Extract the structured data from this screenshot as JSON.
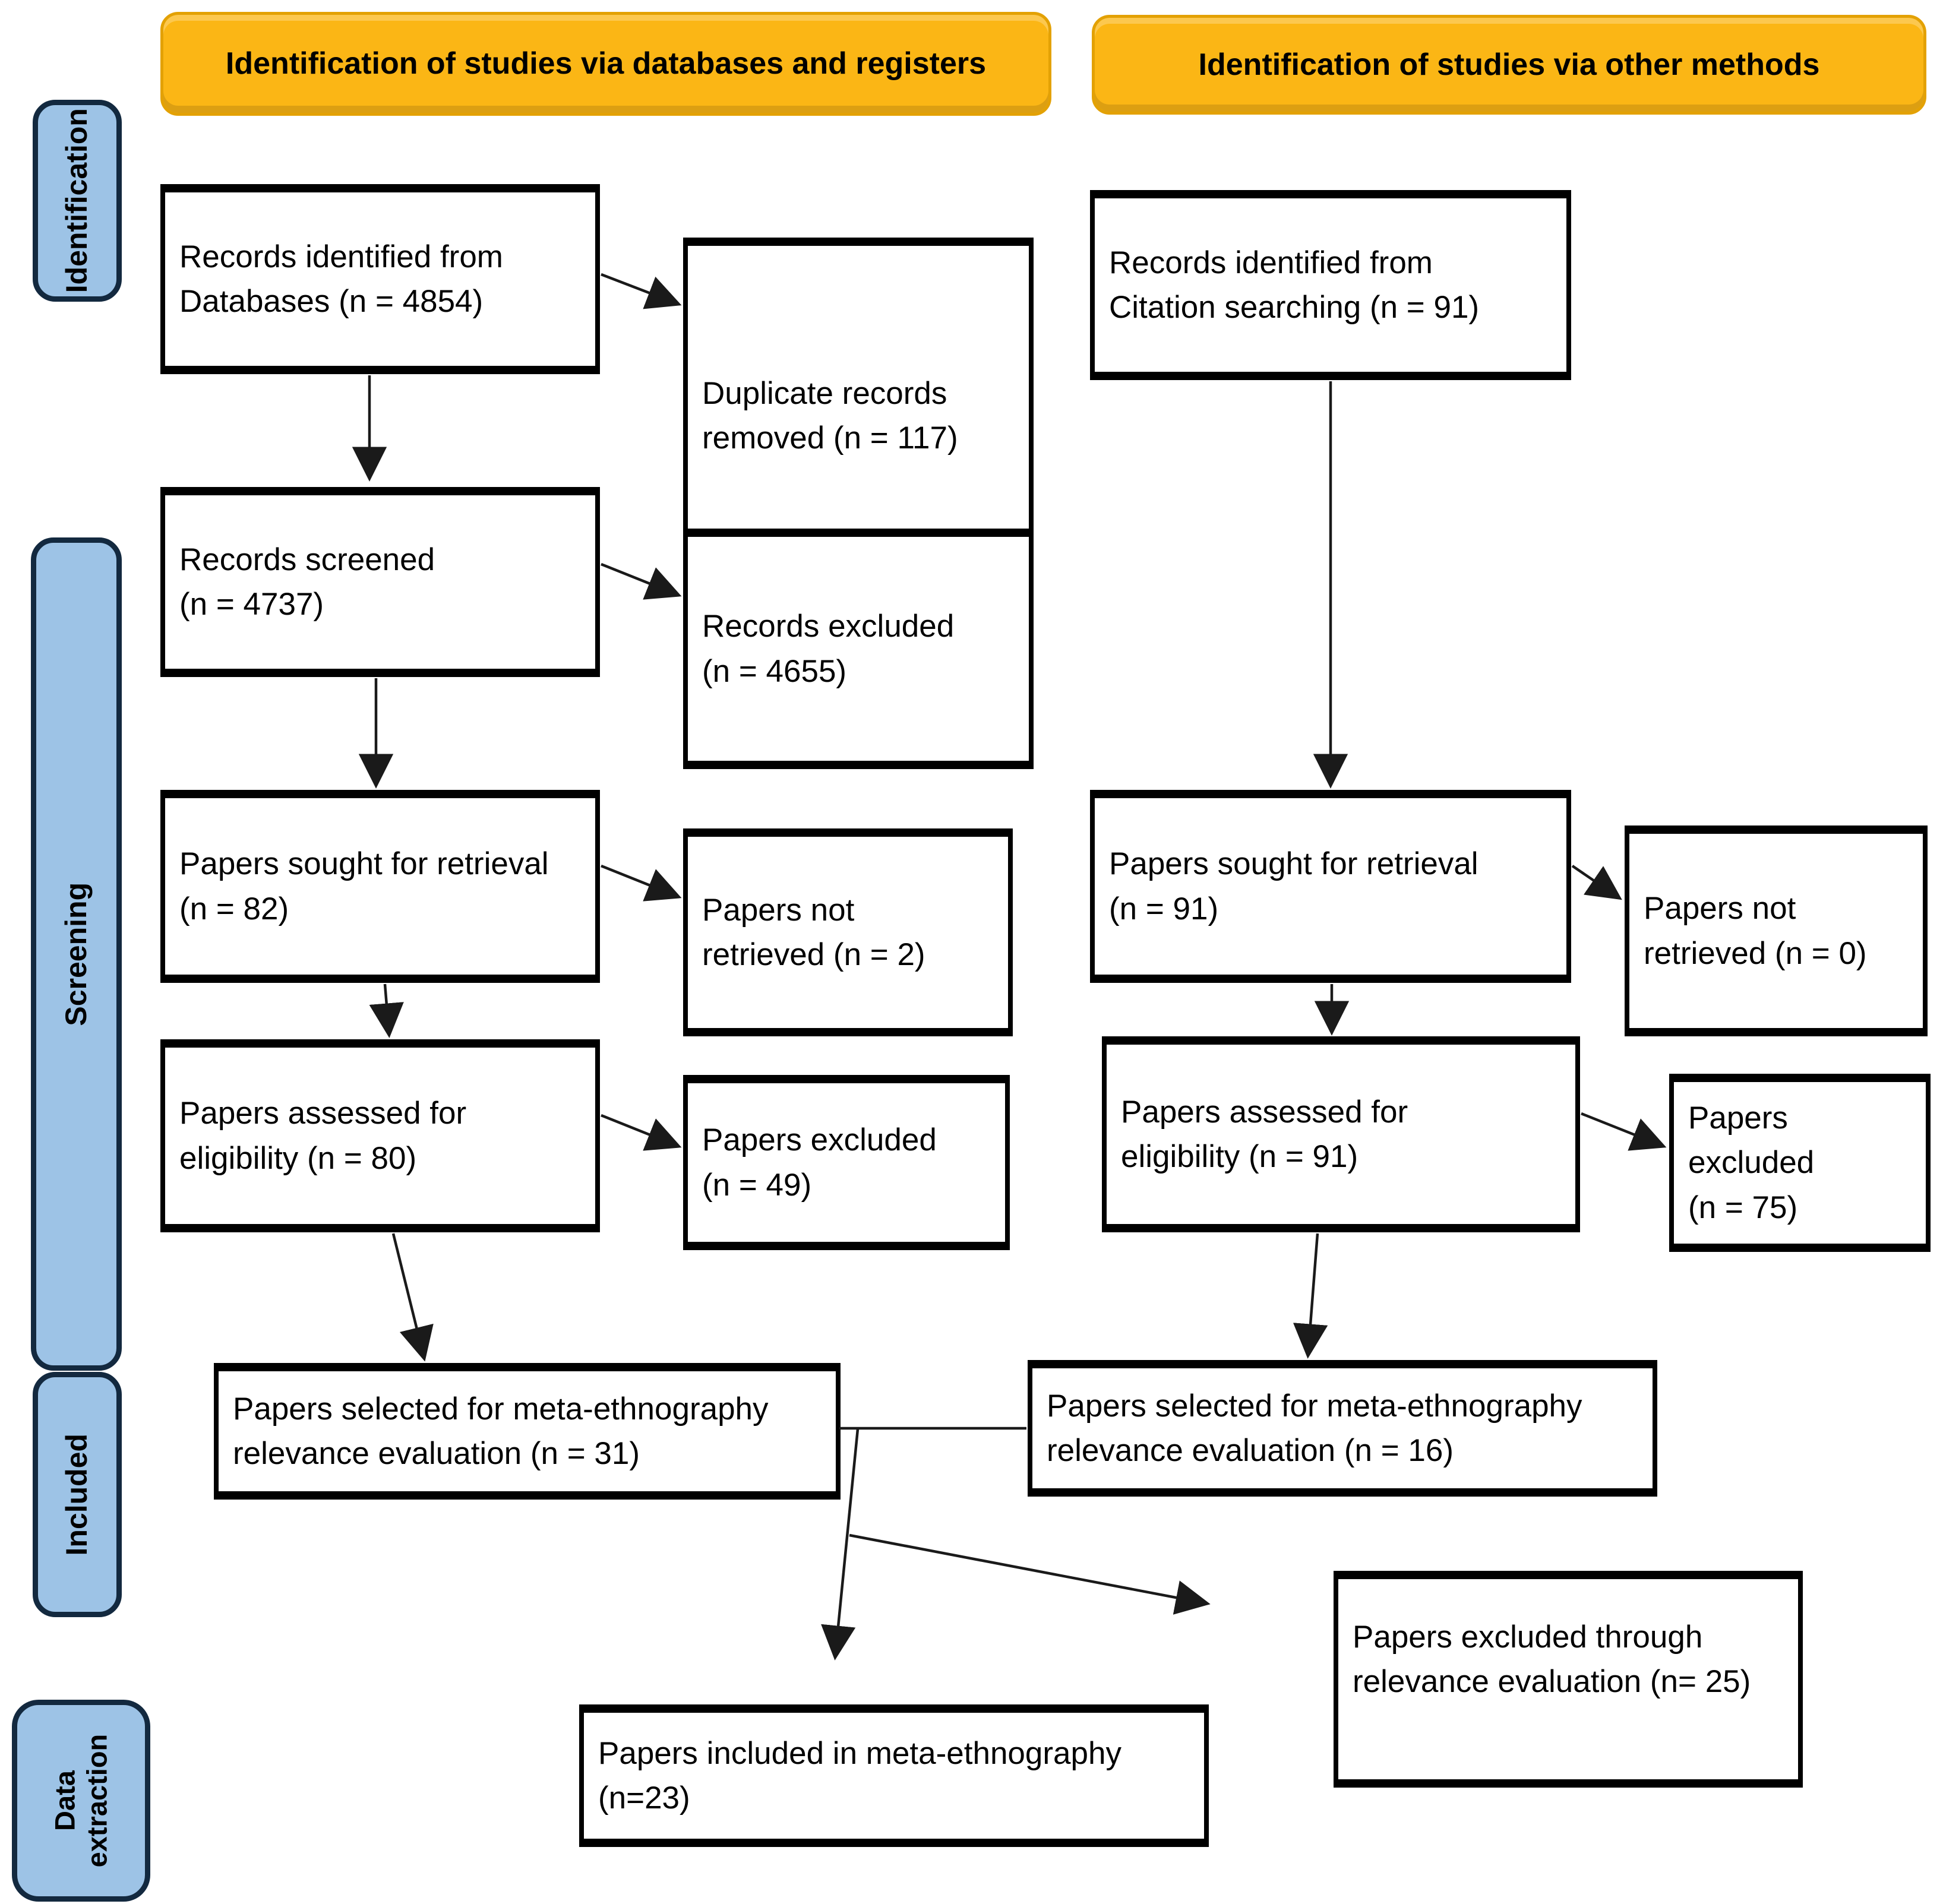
{
  "diagram": {
    "headers": {
      "databases": "Identification of studies via databases and registers",
      "other": "Identification of studies via other methods"
    },
    "stages": {
      "identification": "Identification",
      "screening": "Screening",
      "included": "Included",
      "data_extraction": "Data\nextraction"
    },
    "boxes": {
      "records_identified_db": "Records identified from\nDatabases (n = 4854)",
      "duplicates_removed": "Duplicate records\nremoved (n = 117)",
      "records_identified_citation": "Records identified from\nCitation searching (n = 91)",
      "records_screened": "Records screened\n(n = 4737)",
      "records_excluded": "Records excluded\n(n = 4655)",
      "papers_sought_db": "Papers sought for retrieval\n(n = 82)",
      "papers_not_retrieved_db": "Papers not\nretrieved (n = 2)",
      "papers_sought_other": "Papers sought for retrieval\n(n = 91)",
      "papers_not_retrieved_other": "Papers not\nretrieved (n = 0)",
      "papers_assessed_db": "Papers assessed for\neligibility (n = 80)",
      "papers_excluded_db": "Papers excluded\n(n = 49)",
      "papers_assessed_other": "Papers assessed for\neligibility (n = 91)",
      "papers_excluded_other": "Papers excluded\n(n = 75)",
      "selected_db": "Papers selected for meta-ethnography\nrelevance evaluation (n = 31)",
      "selected_other": "Papers selected for meta-ethnography\nrelevance evaluation (n = 16)",
      "excluded_relevance": "Papers excluded through\nrelevance evaluation (n= 25)",
      "included_meta": "Papers included in meta-ethnography\n(n=23)"
    },
    "colors": {
      "header_bg": "#FBB615",
      "header_border": "#E3A104",
      "stage_bg": "#9DC3E6",
      "stage_border": "#13293F",
      "box_border": "#000000",
      "arrow": "#1a1a1a"
    }
  }
}
